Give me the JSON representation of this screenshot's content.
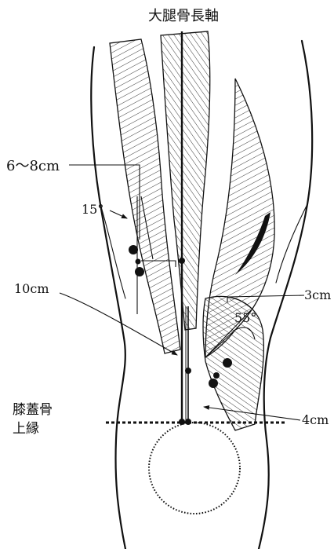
{
  "title": "大腿骨長軸",
  "labels": {
    "distance_6_8": "6〜8cm",
    "angle_15": "15°",
    "distance_10": "10cm",
    "distance_3": "3cm",
    "angle_55": "55°",
    "distance_4": "4cm",
    "patella_line1": "膝蓋骨",
    "patella_line2": "上縁"
  }
}
